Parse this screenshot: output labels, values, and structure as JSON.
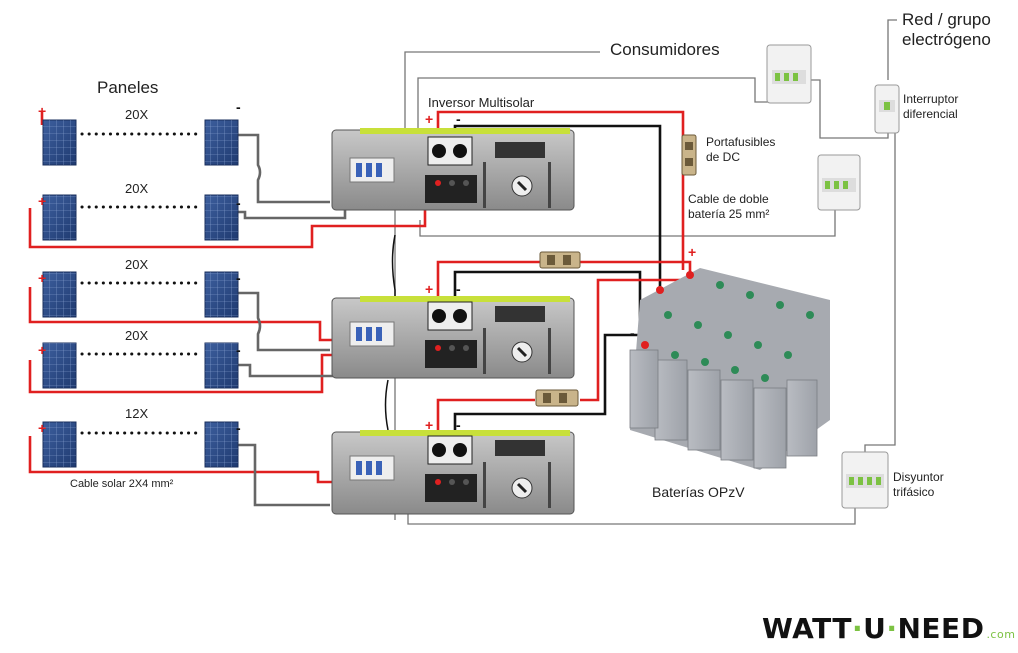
{
  "labels": {
    "paneles": "Paneles",
    "consumidores": "Consumidores",
    "red_line1": "Red / grupo",
    "red_line2": "electrógeno",
    "inversor": "Inversor Multisolar",
    "portafusibles_line1": "Portafusibles",
    "portafusibles_line2": "de DC",
    "cable_bateria_line1": "Cable de doble",
    "cable_bateria_line2": "batería 25 mm²",
    "interruptor_line1": "Interruptor",
    "interruptor_line2": "diferencial",
    "disyuntor_line1": "Disyuntor",
    "disyuntor_line2": "trifásico",
    "baterias": "Baterías OPzV",
    "cable_solar": "Cable solar 2X4 mm²"
  },
  "panel_strings": [
    {
      "count": "20X"
    },
    {
      "count": "20X"
    },
    {
      "count": "20X"
    },
    {
      "count": "20X"
    },
    {
      "count": "12X"
    }
  ],
  "signs": {
    "plus": "+",
    "minus": "-"
  },
  "logo": {
    "part1": "WATT",
    "sep": "·",
    "part2": "U",
    "part3": "NEED",
    "domain": ".com"
  },
  "colors": {
    "positive": "#e02020",
    "negative": "#111111",
    "ac": "#666666",
    "accent": "#7cc242",
    "inverter": "#9a9a9a"
  }
}
